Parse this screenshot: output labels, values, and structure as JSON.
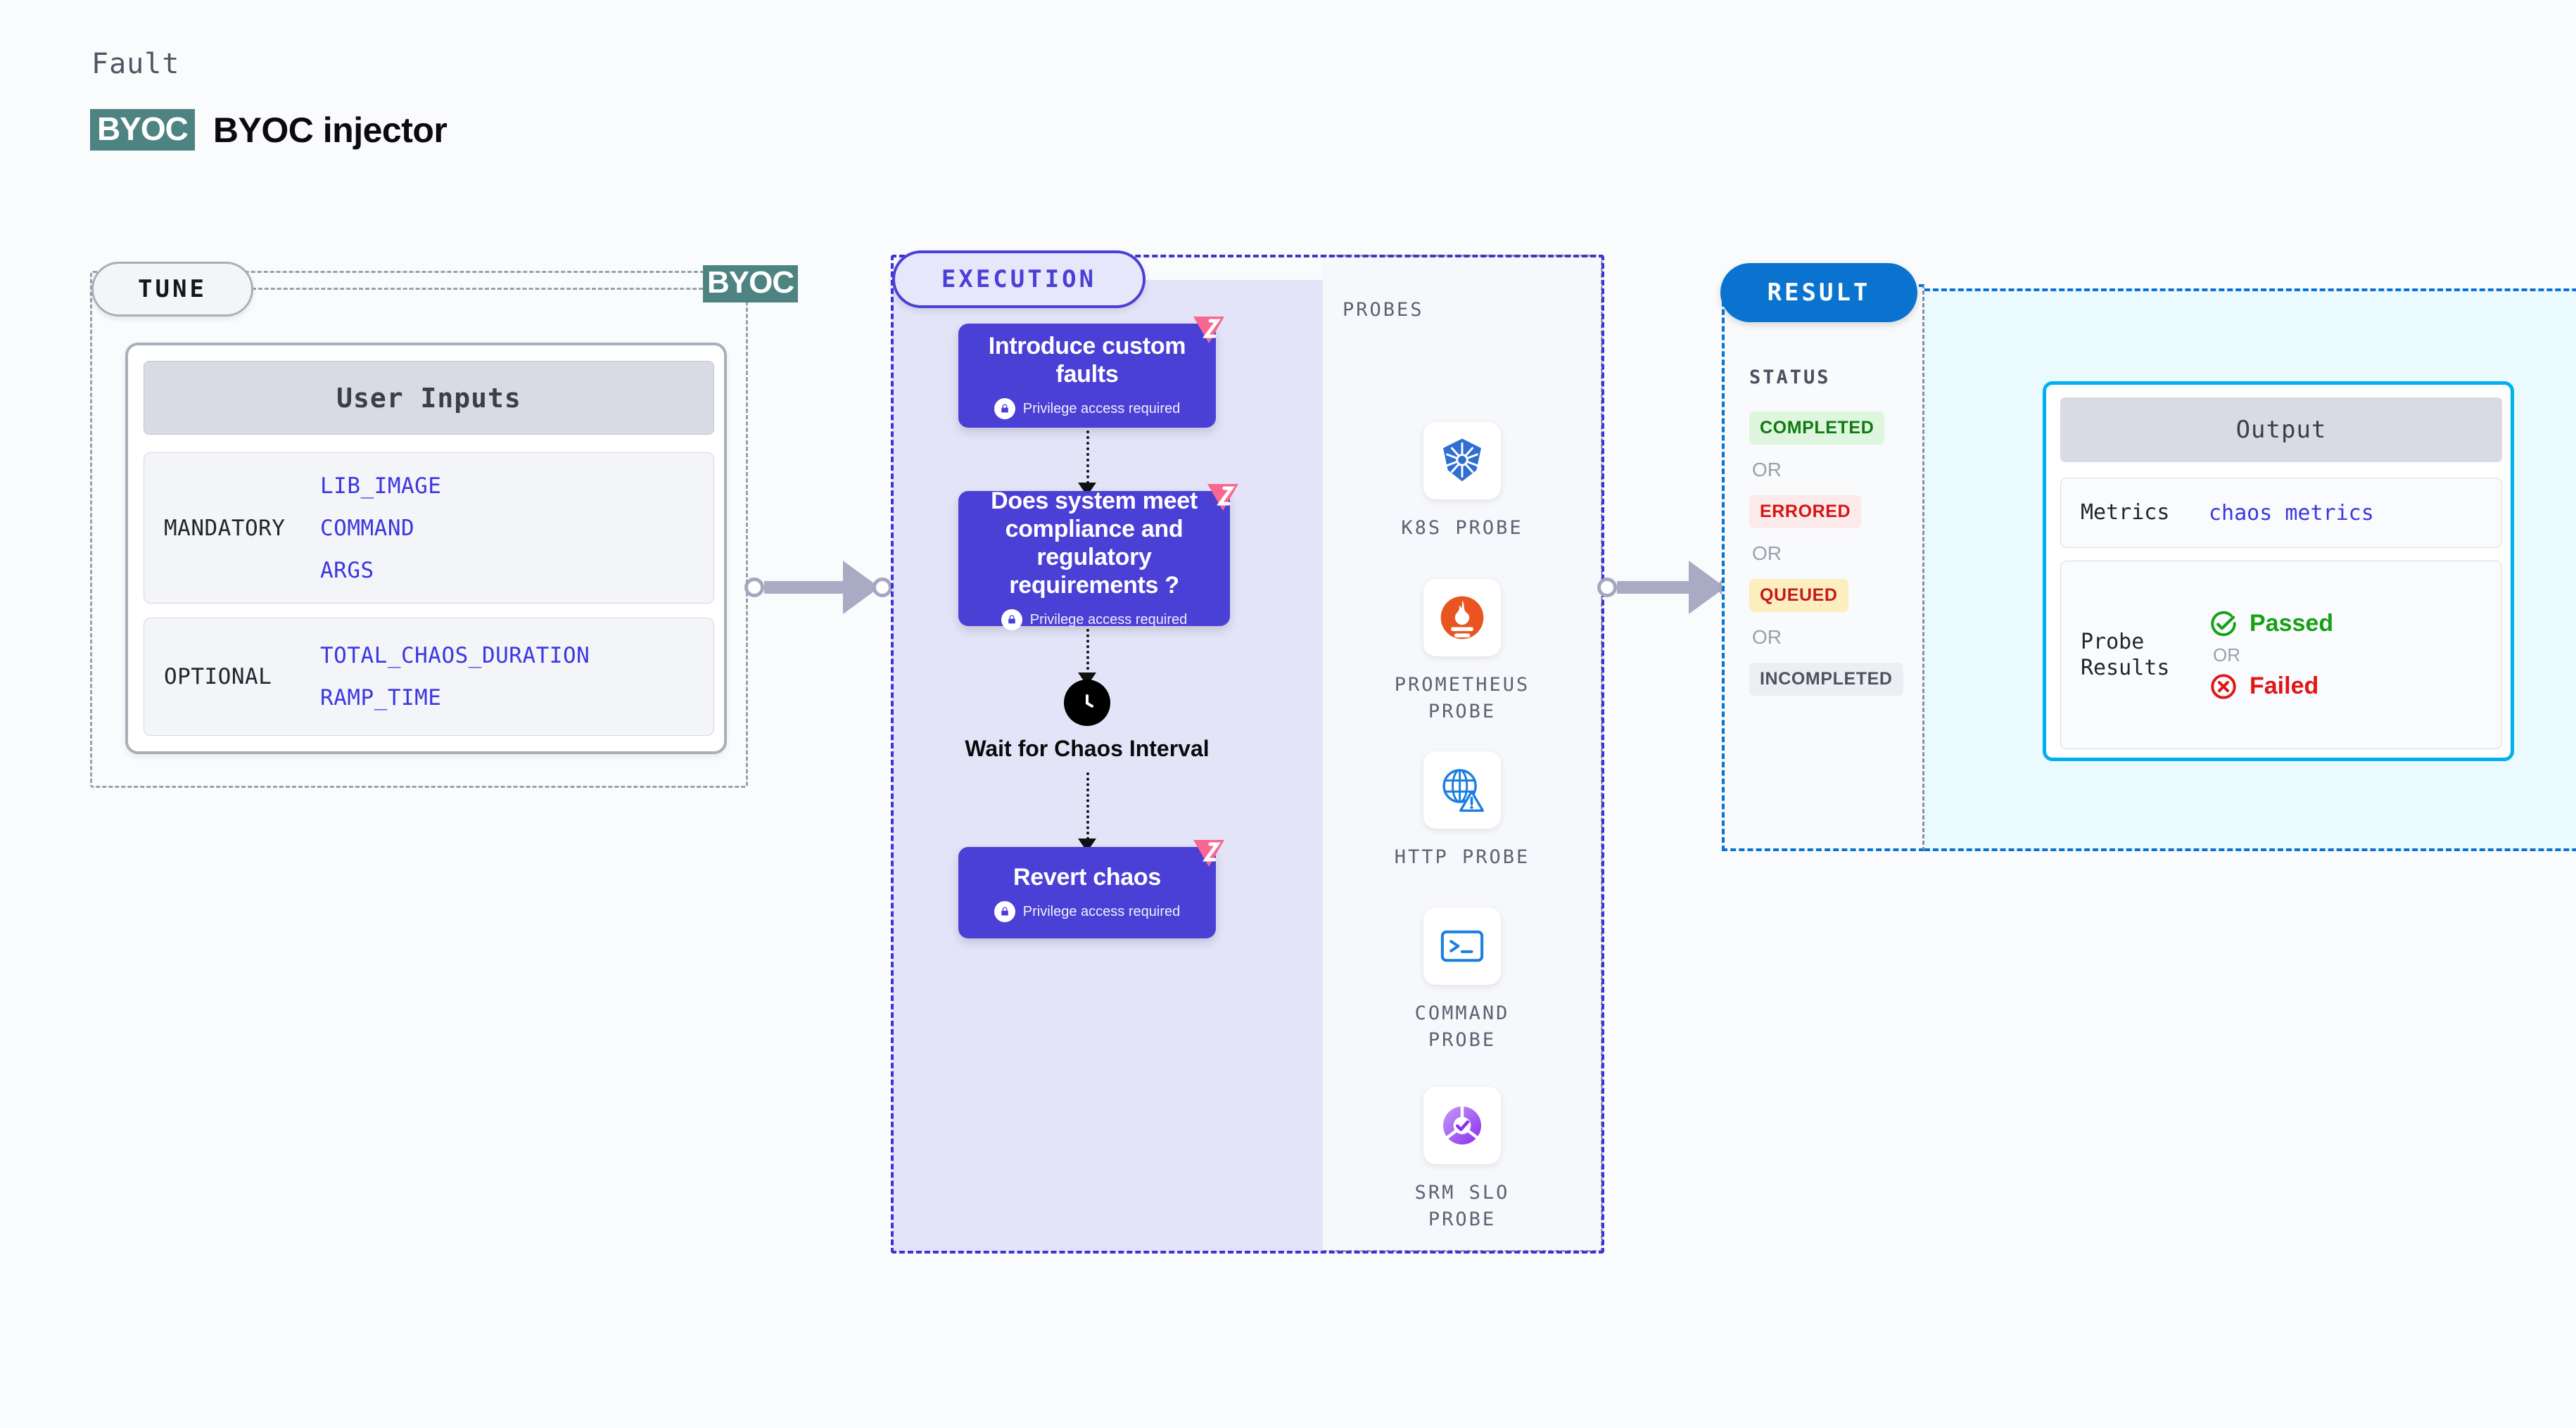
{
  "header": {
    "eyebrow": "Fault",
    "badge": "BYOC",
    "title": "BYOC injector"
  },
  "tune": {
    "pill_label": "TUNE",
    "byoc_tag": "BYOC",
    "card_header": "User Inputs",
    "groups": [
      {
        "label": "MANDATORY",
        "values": [
          "LIB_IMAGE",
          "COMMAND",
          "ARGS"
        ]
      },
      {
        "label": "OPTIONAL",
        "values": [
          "TOTAL_CHAOS_DURATION",
          "RAMP_TIME"
        ]
      }
    ]
  },
  "execution": {
    "pill_label": "EXECUTION",
    "nodes": [
      {
        "title": "Introduce custom faults",
        "sub": "Privilege access required"
      },
      {
        "title": "Does system meet compliance and regulatory requirements ?",
        "sub": "Privilege access required"
      },
      {
        "title": "Revert chaos",
        "sub": "Privilege access required"
      }
    ],
    "wait": {
      "title": "Wait for Chaos Interval"
    }
  },
  "probes": {
    "label": "PROBES",
    "items": [
      {
        "icon": "kubernetes-icon",
        "label": "K8S PROBE"
      },
      {
        "icon": "prometheus-icon",
        "label": "PROMETHEUS PROBE"
      },
      {
        "icon": "http-globe-icon",
        "label": "HTTP PROBE"
      },
      {
        "icon": "terminal-icon",
        "label": "COMMAND PROBE"
      },
      {
        "icon": "srm-slo-icon",
        "label": "SRM SLO PROBE"
      }
    ]
  },
  "result": {
    "pill_label": "RESULT",
    "status_label": "STATUS",
    "or": "OR",
    "statuses": [
      {
        "label": "COMPLETED",
        "tone": "green"
      },
      {
        "label": "ERRORED",
        "tone": "red"
      },
      {
        "label": "QUEUED",
        "tone": "amber"
      },
      {
        "label": "INCOMPLETED",
        "tone": "grey"
      }
    ],
    "output": {
      "header": "Output",
      "metrics_key": "Metrics",
      "metrics_value": "chaos metrics",
      "probe_key": "Probe Results",
      "passed": "Passed",
      "failed": "Failed",
      "or": "OR"
    }
  },
  "colors": {
    "brand_purple": "#4b40d6",
    "brand_blue": "#0a73cf",
    "byoc_teal": "#4d8481",
    "harness_pink": "#f9668f",
    "pass_green": "#16a016",
    "fail_red": "#e01515"
  }
}
